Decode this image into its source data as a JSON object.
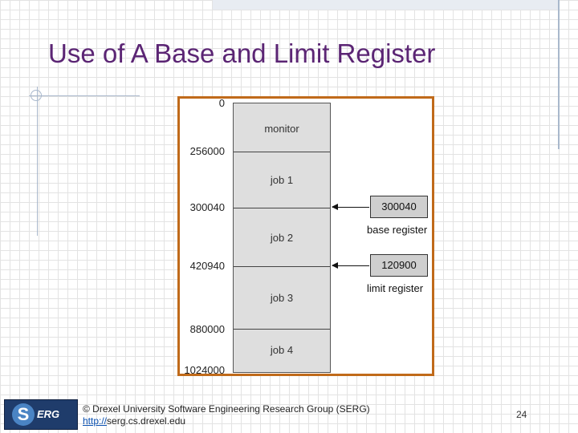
{
  "slide": {
    "title": "Use of A Base and Limit Register",
    "page_number": "24"
  },
  "memory": {
    "addresses": [
      "0",
      "256000",
      "300040",
      "420940",
      "880000",
      "1024000"
    ],
    "segments": [
      {
        "label": "monitor",
        "start": 0,
        "end": 256000
      },
      {
        "label": "job 1",
        "start": 256000,
        "end": 300040
      },
      {
        "label": "job 2",
        "start": 300040,
        "end": 420940
      },
      {
        "label": "job 3",
        "start": 420940,
        "end": 880000
      },
      {
        "label": "job 4",
        "start": 880000,
        "end": 1024000
      }
    ]
  },
  "registers": {
    "base": {
      "value": "300040",
      "caption": "base register"
    },
    "limit": {
      "value": "120900",
      "caption": "limit register"
    }
  },
  "footer": {
    "logo_text": "ERG",
    "logo_letter": "S",
    "copyright": "© Drexel University Software Engineering Research Group (SERG)",
    "url_prefix": "http://",
    "url_rest": "serg.cs.drexel.edu"
  },
  "colors": {
    "title": "#5b2574",
    "frame": "#c06a1a",
    "segment_fill": "#dedede",
    "register_fill": "#cfcfcf"
  }
}
